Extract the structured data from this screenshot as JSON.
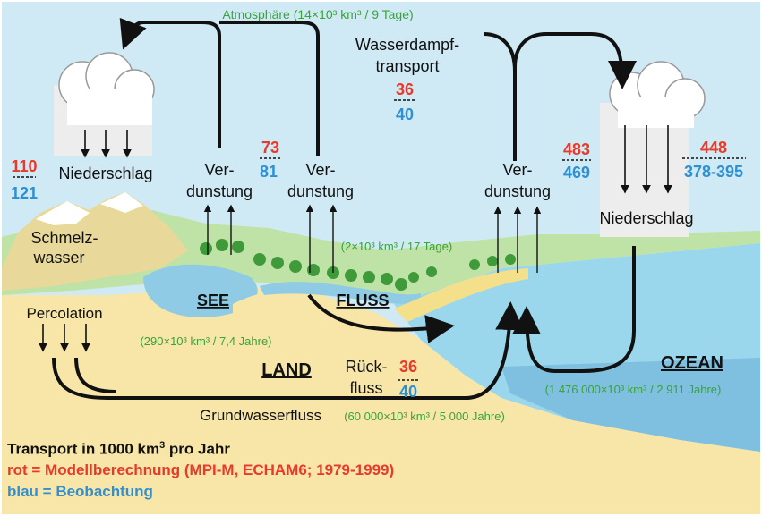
{
  "atmosphere": "Atmosphäre (14×10³ km³ / 9 Tage)",
  "vapor_transport": {
    "line1": "Wasserdampf-",
    "line2": "transport",
    "model": "36",
    "obs": "40"
  },
  "land_precip": {
    "label": "Niederschlag",
    "model": "110",
    "obs": "121"
  },
  "land_evap": {
    "line1": "Ver-",
    "line2": "dunstung"
  },
  "lake_evap": {
    "line1": "Ver-",
    "line2": "dunstung",
    "model": "73",
    "obs": "81"
  },
  "ocean_evap": {
    "line1": "Ver-",
    "line2": "dunstung",
    "model": "483",
    "obs": "469"
  },
  "ocean_precip": {
    "label": "Niederschlag",
    "model": "448",
    "obs": "378-395"
  },
  "meltwater": {
    "line1": "Schmelz-",
    "line2": "wasser"
  },
  "lake": {
    "label": "SEE",
    "stats": "(290×10³ km³ / 7,4 Jahre)"
  },
  "river": {
    "label": "FLUSS",
    "stats": "(2×10³ km³ / 17 Tage)"
  },
  "percolation": "Percolation",
  "land": "LAND",
  "runoff": {
    "line1": "Rück-",
    "line2": "fluss",
    "model": "36",
    "obs": "40"
  },
  "ocean": {
    "label": "OZEAN",
    "stats": "(1 476 000×10³ km³ / 2 911 Jahre)"
  },
  "groundwater": {
    "label": "Grundwasserfluss",
    "stats": "(60 000×10³ km³ / 5 000 Jahre)"
  },
  "legend": {
    "line1_prefix": "Transport in 1000 km",
    "line1_sup": "3",
    "line1_suffix": " pro Jahr",
    "line2": "rot = Modellberechnung (MPI-M, ECHAM6; 1979-1999)",
    "line3": "blau = Beobachtung"
  },
  "colors": {
    "model": "#e8392a",
    "observation": "#2f8fd0",
    "reservoir": "#3aa33a",
    "sky": "#cfeaf4",
    "ocean": "#86cfe6",
    "land": "#f7e6a8"
  }
}
